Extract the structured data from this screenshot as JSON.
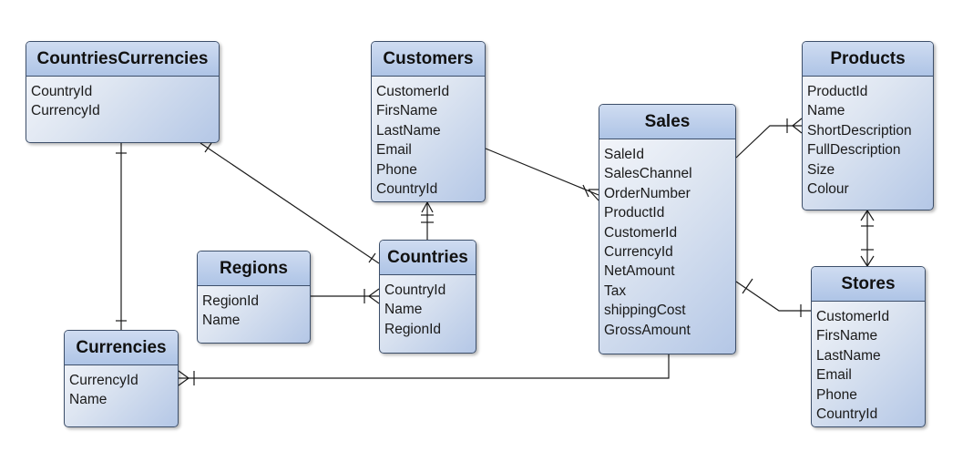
{
  "entities": {
    "countries_currencies": {
      "name": "CountriesCurrencies",
      "fields": [
        "CountryId",
        "CurrencyId"
      ]
    },
    "customers": {
      "name": "Customers",
      "fields": [
        "CustomerId",
        "FirsName",
        "LastName",
        "Email",
        "Phone",
        "CountryId"
      ]
    },
    "products": {
      "name": "Products",
      "fields": [
        "ProductId",
        "Name",
        "ShortDescription",
        "FullDescription",
        "Size",
        "Colour"
      ]
    },
    "sales": {
      "name": "Sales",
      "fields": [
        "SaleId",
        "SalesChannel",
        "OrderNumber",
        "ProductId",
        "CustomerId",
        "CurrencyId",
        "NetAmount",
        "Tax",
        "shippingCost",
        "GrossAmount"
      ]
    },
    "regions": {
      "name": "Regions",
      "fields": [
        "RegionId",
        "Name"
      ]
    },
    "countries": {
      "name": "Countries",
      "fields": [
        "CountryId",
        "Name",
        "RegionId"
      ]
    },
    "currencies": {
      "name": "Currencies",
      "fields": [
        "CurrencyId",
        "Name"
      ]
    },
    "stores": {
      "name": "Stores",
      "fields": [
        "CustomerId",
        "FirsName",
        "LastName",
        "Email",
        "Phone",
        "CountryId"
      ]
    }
  },
  "relationships": [
    {
      "from": "CountriesCurrencies",
      "from_end": "one",
      "to": "Currencies",
      "to_end": "one"
    },
    {
      "from": "CountriesCurrencies",
      "from_end": "one",
      "to": "Countries",
      "to_end": "one"
    },
    {
      "from": "Customers",
      "from_end": "many",
      "to": "Countries",
      "to_end": "one"
    },
    {
      "from": "Customers",
      "from_end": "none",
      "to": "Sales",
      "to_end": "many"
    },
    {
      "from": "Regions",
      "from_end": "none",
      "to": "Countries",
      "to_end": "many"
    },
    {
      "from": "Sales",
      "from_end": "none",
      "to": "Products",
      "to_end": "many"
    },
    {
      "from": "Sales",
      "from_end": "none",
      "to": "Currencies",
      "to_end": "many"
    },
    {
      "from": "Sales",
      "from_end": "one",
      "to": "Stores",
      "to_end": "one"
    },
    {
      "from": "Products",
      "from_end": "many",
      "to": "Stores",
      "to_end": "many"
    }
  ],
  "colors": {
    "line": "#1a1a1a",
    "box_border": "#3d4f6a",
    "header_fill": "#b4c7e6",
    "body_fill_light": "#f8f9fc"
  }
}
